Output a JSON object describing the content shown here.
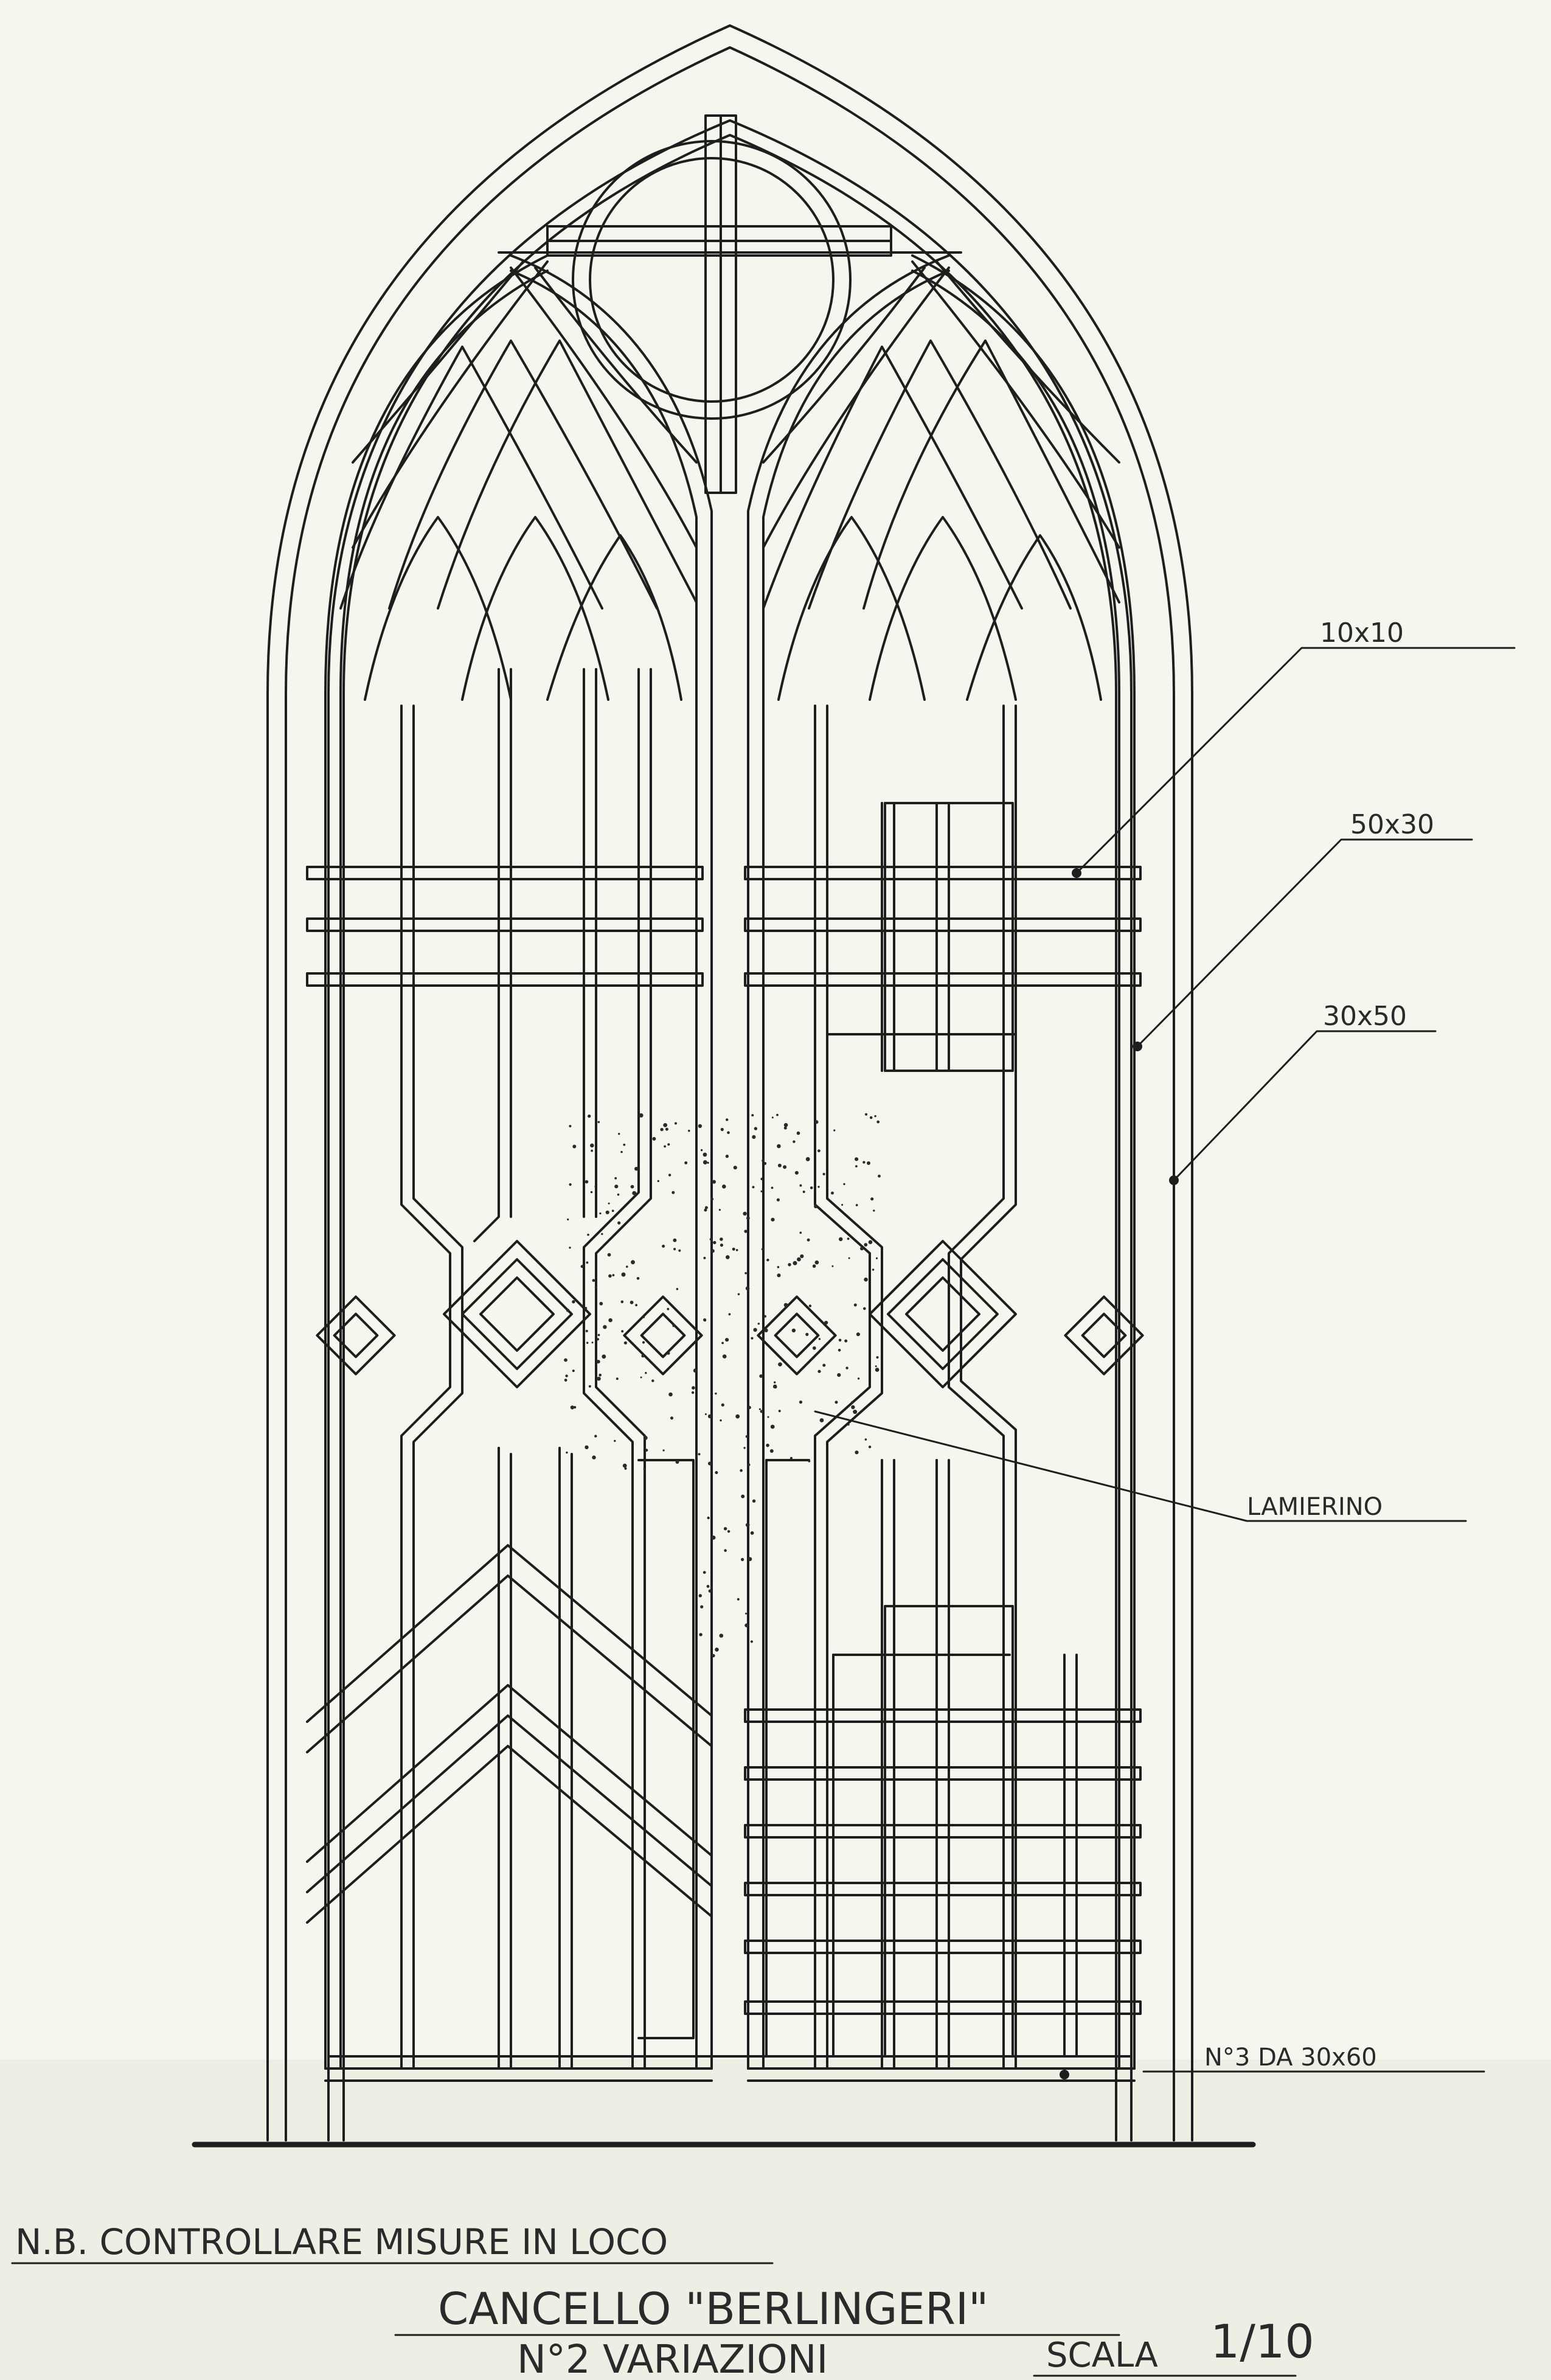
{
  "annotations": {
    "dim_10x10": "10x10",
    "dim_50x30": "50x30",
    "dim_30x50": "30x50",
    "lamierino": "LAMIERINO",
    "dim_base": "N°3 DA 30x60"
  },
  "title_block": {
    "note": "N.B. CONTROLLARE MISURE IN LOCO",
    "title": "CANCELLO \"BERLINGERI\"",
    "variations": "N°2 VARIAZIONI",
    "scale_label": "SCALA",
    "scale_value": "1/10"
  },
  "colors": {
    "ink": "#1e1e1e",
    "paper": "#f7f6ee"
  }
}
